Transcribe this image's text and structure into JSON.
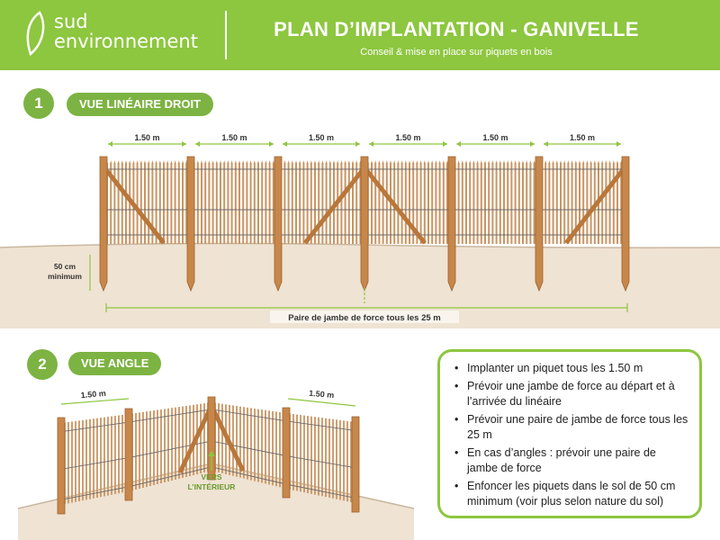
{
  "header": {
    "brand_line1": "sud",
    "brand_line2": "environnement",
    "title": "PLAN D’IMPLANTATION - GANIVELLE",
    "subtitle": "Conseil & mise en place sur piquets en bois"
  },
  "section1": {
    "number": "1",
    "label": "VUE LINÉAIRE DROIT",
    "spacing_labels": [
      "1.50 m",
      "1.50 m",
      "1.50 m",
      "1.50 m",
      "1.50 m",
      "1.50 m"
    ],
    "depth_label_line1": "50 cm",
    "depth_label_line2": "minimum",
    "brace_label": "Paire de jambe de force tous les 25 m"
  },
  "section2": {
    "number": "2",
    "label": "VUE ANGLE",
    "spacing_left": "1.50 m",
    "spacing_right": "1.50 m",
    "inside_line1": "VERS",
    "inside_line2": "L’INTÉRIEUR"
  },
  "notes": [
    "Implanter un piquet tous les 1.50 m",
    "Prévoir une jambe de force au départ et à l’arrivée du linéaire",
    "Prévoir une paire de jambe de force tous les 25 m",
    "En cas d’angles : prévoir une paire de jambe de force",
    "Enfoncer les piquets dans le sol de 50 cm minimum (voir plus selon nature du sol)"
  ],
  "colors": {
    "brand_green": "#8dc63f",
    "wood": "#c8874a",
    "soil": "#e9d9c4"
  }
}
